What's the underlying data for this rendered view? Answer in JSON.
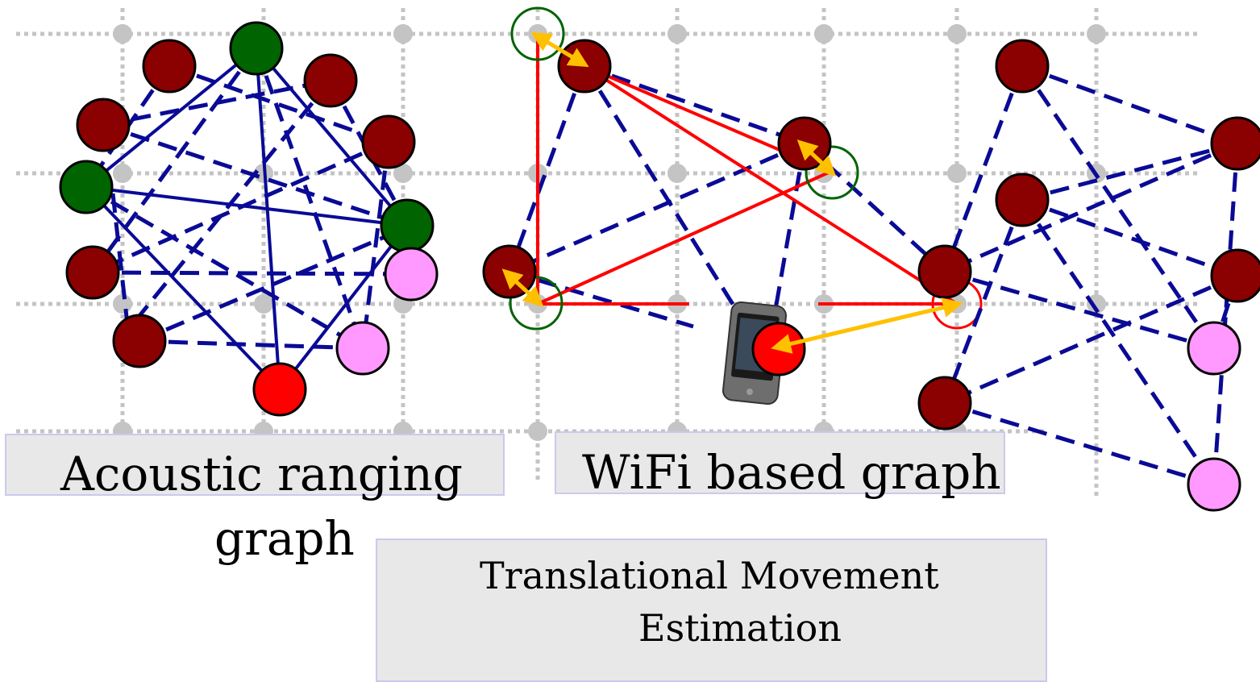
{
  "labels": {
    "acoustic_line1": "Acoustic ranging",
    "acoustic_line2": "graph",
    "wifi": "WiFi based graph",
    "translational_line1": "Translational Movement",
    "translational_line2": "Estimation"
  },
  "colors": {
    "node_dark_red": "#8b0000",
    "node_green": "#006400",
    "node_pink": "#ff99ff",
    "node_red": "#ff0000",
    "edge_blue": "#0a0a96",
    "edge_red": "#ff0000",
    "arrow_yellow": "#ffc000",
    "grid_gray": "#c4c4c4",
    "label_fill": "#e8e8e8"
  },
  "icons": {
    "phone": "smartphone-icon"
  }
}
